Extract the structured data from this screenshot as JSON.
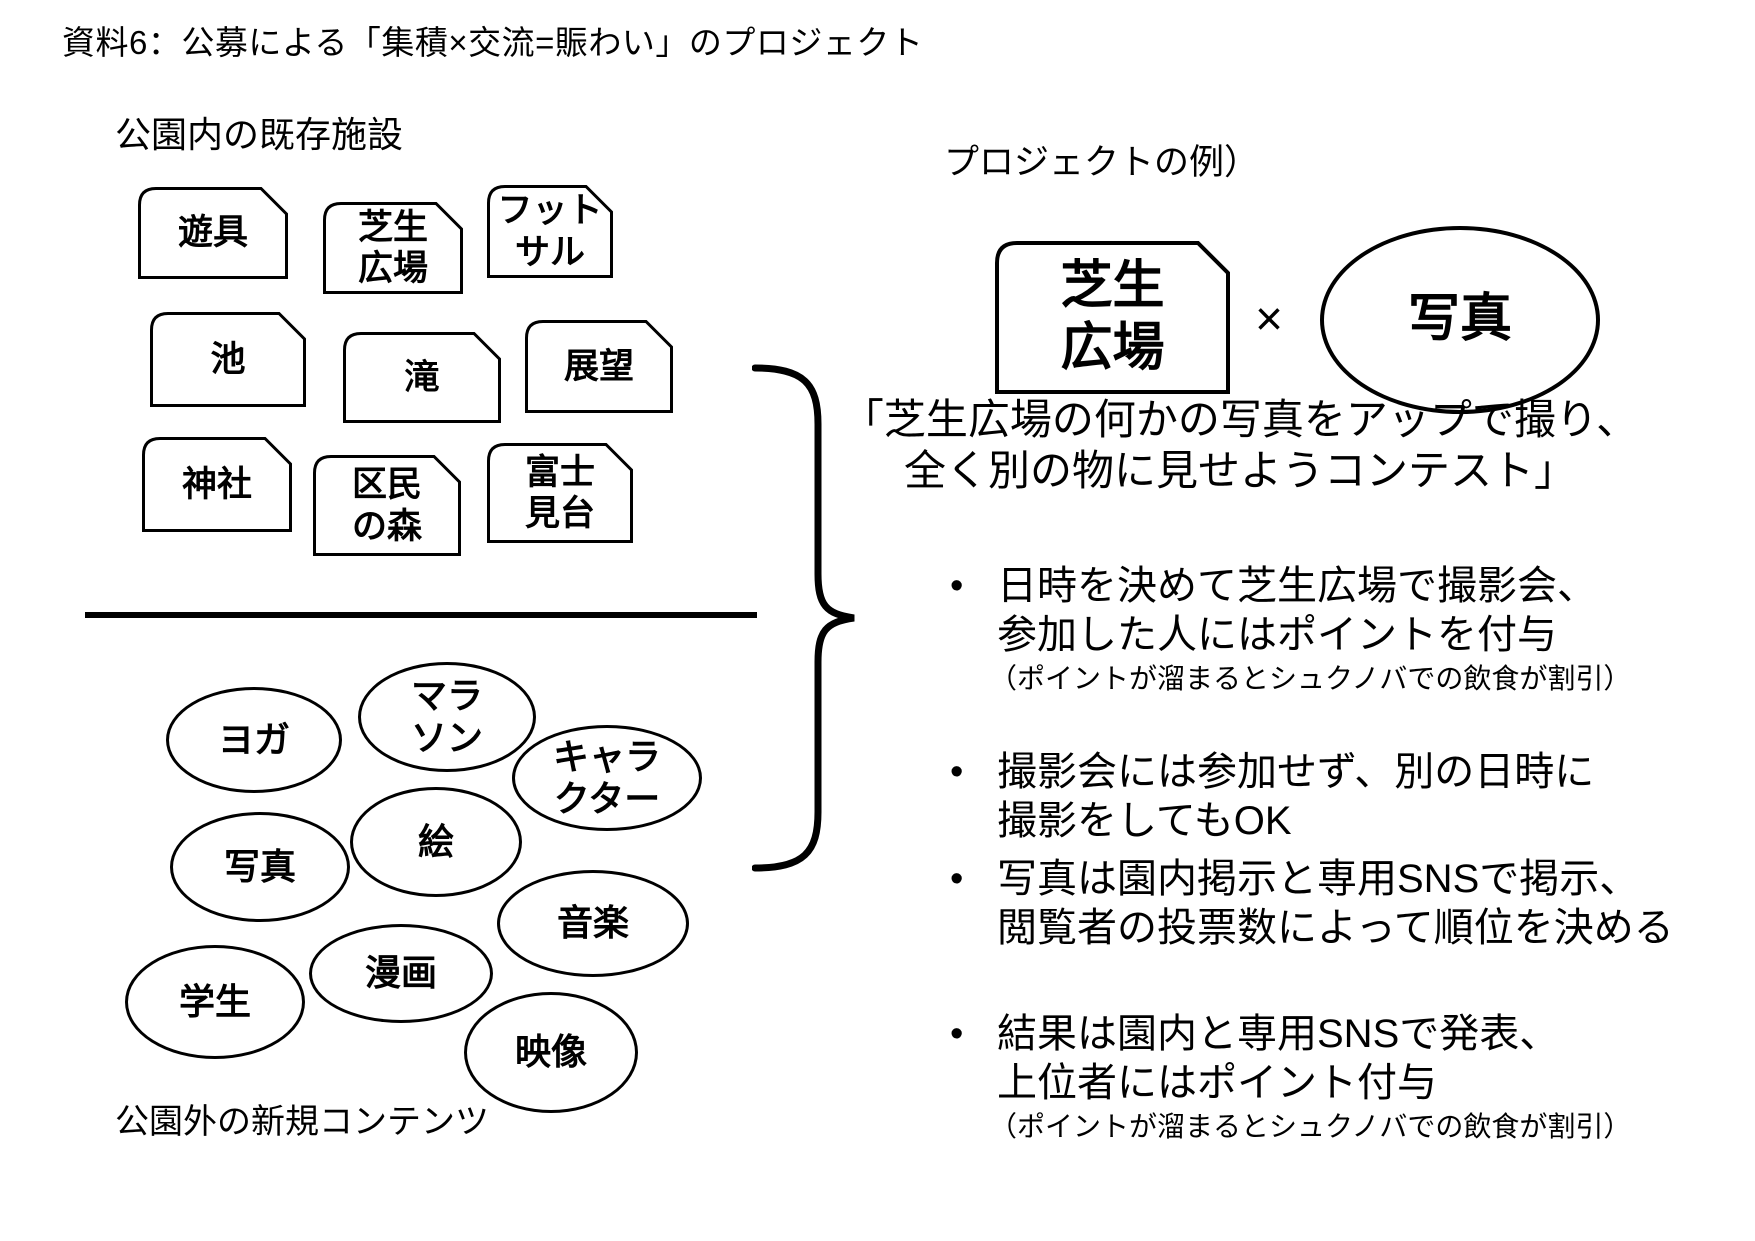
{
  "colors": {
    "ink": "#000000",
    "paper": "#ffffff"
  },
  "bullet_char": "•",
  "title": "資料6：公募による「集積×交流=賑わい」のプロジェクト",
  "left_panel": {
    "heading": "公園内の既存施設",
    "facilities": [
      {
        "id": "playground",
        "label": "遊具"
      },
      {
        "id": "lawn-plaza",
        "label": "芝生\n広場"
      },
      {
        "id": "futsal",
        "label": "フット\nサル"
      },
      {
        "id": "pond",
        "label": "池"
      },
      {
        "id": "waterfall",
        "label": "滝"
      },
      {
        "id": "viewpoint",
        "label": "展望"
      },
      {
        "id": "shrine",
        "label": "神社"
      },
      {
        "id": "citizens-forest",
        "label": "区民\nの森"
      },
      {
        "id": "fuji-viewing-platform",
        "label": "富士\n見台"
      }
    ],
    "footer_heading": "公園外の新規コンテンツ",
    "contents": [
      {
        "id": "yoga",
        "label": "ヨガ"
      },
      {
        "id": "marathon",
        "label": "マラ\nソン"
      },
      {
        "id": "character",
        "label": "キャラ\nクター"
      },
      {
        "id": "drawing",
        "label": "絵"
      },
      {
        "id": "photo",
        "label": "写真"
      },
      {
        "id": "music",
        "label": "音楽"
      },
      {
        "id": "manga",
        "label": "漫画"
      },
      {
        "id": "students",
        "label": "学生"
      },
      {
        "id": "video",
        "label": "映像"
      }
    ]
  },
  "right_panel": {
    "heading": "プロジェクトの例）",
    "example": {
      "box_label": "芝生\n広場",
      "operator": "×",
      "ellipse_label": "写真"
    },
    "quote_lines": [
      "「芝生広場の何かの写真をアップで撮り、",
      "全く別の物に見せようコンテスト」"
    ],
    "bullets": [
      {
        "lines": [
          "日時を決めて芝生広場で撮影会、",
          "参加した人にはポイントを付与"
        ],
        "note": "（ポイントが溜まるとシュクノバでの飲食が割引）"
      },
      {
        "lines": [
          "撮影会には参加せず、別の日時に",
          "撮影をしてもOK"
        ],
        "note": ""
      },
      {
        "lines": [
          "写真は園内掲示と専用SNSで掲示、",
          "閲覧者の投票数によって順位を決める"
        ],
        "note": ""
      },
      {
        "lines": [
          "結果は園内と専用SNSで発表、",
          "上位者にはポイント付与"
        ],
        "note": "（ポイントが溜まるとシュクノバでの飲食が割引）"
      }
    ]
  }
}
